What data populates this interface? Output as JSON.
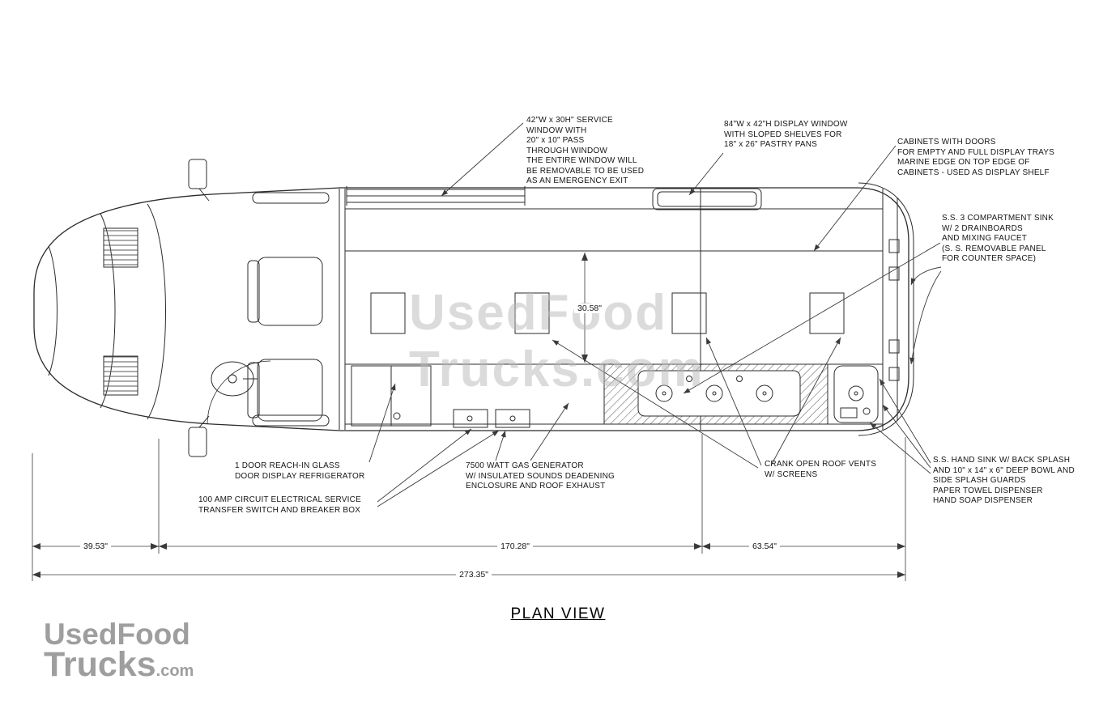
{
  "title": "PLAN VIEW",
  "watermark": "UsedFood\nTrucks.com",
  "logo": {
    "line1": "UsedFood",
    "line2": "Trucks",
    "suffix": ".com"
  },
  "callouts": {
    "service_window": "42\"W x 30H\" SERVICE\nWINDOW WITH\n20\" x 10\" PASS\nTHROUGH WINDOW\nTHE ENTIRE WINDOW WILL\nBE REMOVABLE TO BE USED\nAS AN EMERGENCY EXIT",
    "display_window": "84\"W x 42\"H DISPLAY WINDOW\nWITH SLOPED SHELVES FOR\n18\" x 26\" PASTRY PANS",
    "cabinets": "CABINETS WITH DOORS\nFOR EMPTY AND FULL DISPLAY TRAYS\nMARINE EDGE ON TOP EDGE OF\nCABINETS - USED AS DISPLAY SHELF",
    "three_comp_sink": "S.S. 3 COMPARTMENT SINK\nW/ 2 DRAINBOARDS\nAND MIXING FAUCET\n(S. S. REMOVABLE PANEL\nFOR COUNTER SPACE)",
    "refrigerator": "1 DOOR REACH-IN GLASS\nDOOR DISPLAY REFRIGERATOR",
    "electrical": "100 AMP CIRCUIT ELECTRICAL SERVICE\nTRANSFER SWITCH AND BREAKER BOX",
    "generator": "7500 WATT GAS GENERATOR\nW/ INSULATED SOUNDS DEADENING\nENCLOSURE AND ROOF EXHAUST",
    "roof_vents": "CRANK OPEN ROOF VENTS\nW/ SCREENS",
    "hand_sink": "S.S. HAND SINK W/ BACK SPLASH\nAND 10\" x 14\" x 6\" DEEP BOWL AND\nSIDE SPLASH GUARDS\nPAPER TOWEL DISPENSER\nHAND SOAP DISPENSER"
  },
  "dimensions": {
    "front_section": "39.53\"",
    "middle_section": "170.28\"",
    "rear_section": "63.54\"",
    "overall_length": "273.35\"",
    "interior_depth": "30.58\""
  }
}
